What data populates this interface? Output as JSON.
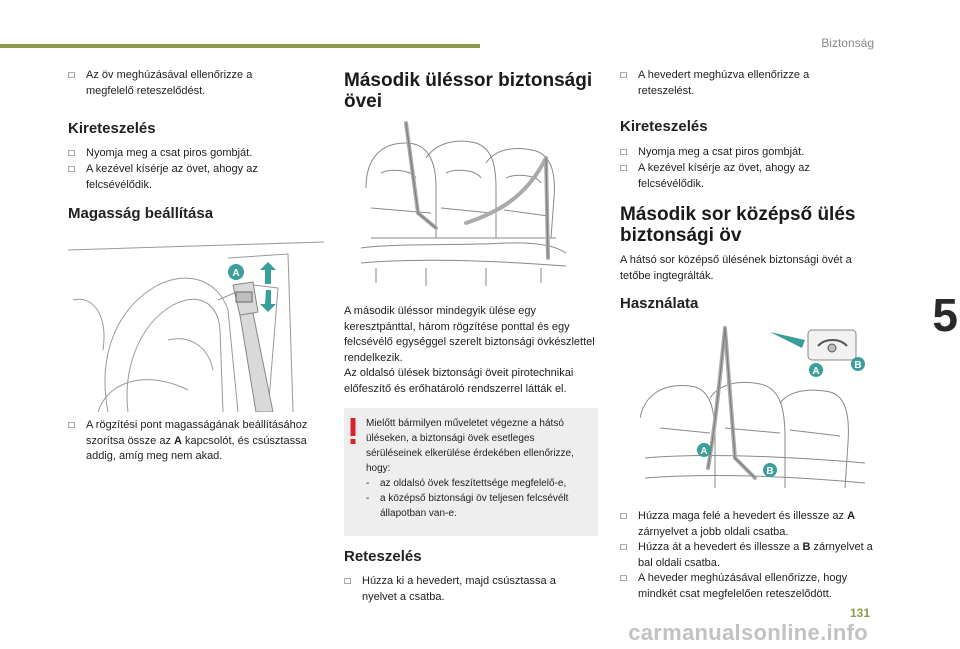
{
  "header": {
    "section": "Biztonság",
    "chapter": "5"
  },
  "footer": {
    "page_number": "131",
    "watermark": "carmanualsonline.info"
  },
  "col1": {
    "bullet_check": "Az öv meghúzásával ellenőrizze a megfelelő reteszelődést.",
    "unlock_title": "Kireteszelés",
    "unlock_b1": "Nyomja meg a csat piros gombját.",
    "unlock_b2": "A kezével kísérje az övet, ahogy az felcsévélődik.",
    "height_title": "Magasság beállítása",
    "fig_label": "A",
    "height_b1_pre": "A rögzítési pont magasságának beállításához szorítsa össze az ",
    "height_b1_bold": "A",
    "height_b1_post": " kapcsolót, és csúsztassa addig, amíg meg nem akad."
  },
  "col2": {
    "title_line1": "Második üléssor biztonsági",
    "title_line2": "övei",
    "para1": "A második üléssor mindegyik ülése egy keresztpánttal, három rögzítése ponttal és egy felcsévélő egységgel szerelt biztonsági övkészlettel rendelkezik.",
    "para2": "Az oldalsó ülések biztonsági öveit pirotechnikai előfeszítő és erőhatároló rendszerrel látták el.",
    "warning_intro": "Mielőtt bármilyen műveletet végezne a hátsó üléseken, a biztonsági övek esetleges sérüléseinek elkerülése érdekében ellenőrizze, hogy:",
    "warning_d1": "az oldalsó övek feszítettsége megfelelő-e,",
    "warning_d2": "a középső biztonsági öv teljesen felcsévélt állapotban van-e.",
    "lock_title": "Reteszelés",
    "lock_b1": "Húzza ki a hevedert, majd csúsztassa a nyelvet a csatba."
  },
  "col3": {
    "bullet_check": "A hevedert meghúzva ellenőrizze a reteszelést.",
    "unlock_title": "Kireteszelés",
    "unlock_b1": "Nyomja meg a csat piros gombját.",
    "unlock_b2": "A kezével kísérje az övet, ahogy az felcsévélődik.",
    "middle_title_line1": "Második sor középső ülés",
    "middle_title_line2": "biztonsági öv",
    "middle_para": "A hátsó sor középső ülésének biztonsági övét a tetőbe ingtegrálták.",
    "usage_title": "Használata",
    "fig_label_a": "A",
    "fig_label_b": "B",
    "use_b1_pre": "Húzza maga felé a hevedert és illessze az ",
    "use_b1_bold": "A",
    "use_b1_post": " zárnyelvet a jobb oldali csatba.",
    "use_b2_pre": "Húzza át a hevedert és illessze a ",
    "use_b2_bold": "B",
    "use_b2_post": " zárnyelvet a bal oldali csatba.",
    "use_b3": "A heveder meghúzásával ellenőrizze, hogy mindkét csat megfelelően reteszelődött."
  },
  "colors": {
    "accent": "#8f9a4f",
    "label_teal": "#3a9f9a",
    "warning_red": "#d8232a",
    "warning_bg": "#eeeeee"
  },
  "icons": {
    "bullet": "check-box-icon",
    "warning": "exclamation-icon"
  }
}
